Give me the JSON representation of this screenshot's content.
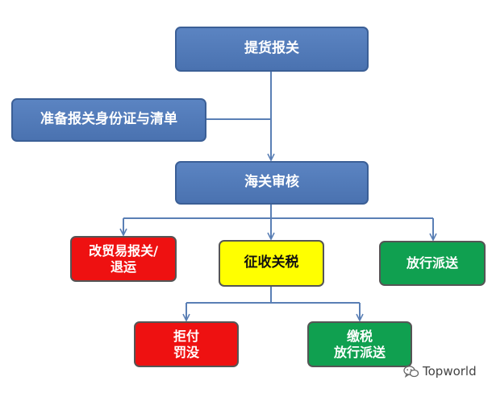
{
  "nodes": {
    "pickup": "提货报关",
    "prepare": "准备报关身份证与清单",
    "review": "海关审核",
    "change_trade": "改贸易报关/\n退运",
    "levy_tax": "征收关税",
    "release": "放行派送",
    "refuse": "拒付\n罚没",
    "pay_release": "缴税\n放行派送"
  },
  "watermark": {
    "text": "Topworld",
    "icon": "wechat-icon"
  },
  "colors": {
    "blue": "#4f78b8",
    "red": "#ee1111",
    "yellow": "#ffff00",
    "green": "#10a050",
    "connector": "#5a7fb5"
  }
}
